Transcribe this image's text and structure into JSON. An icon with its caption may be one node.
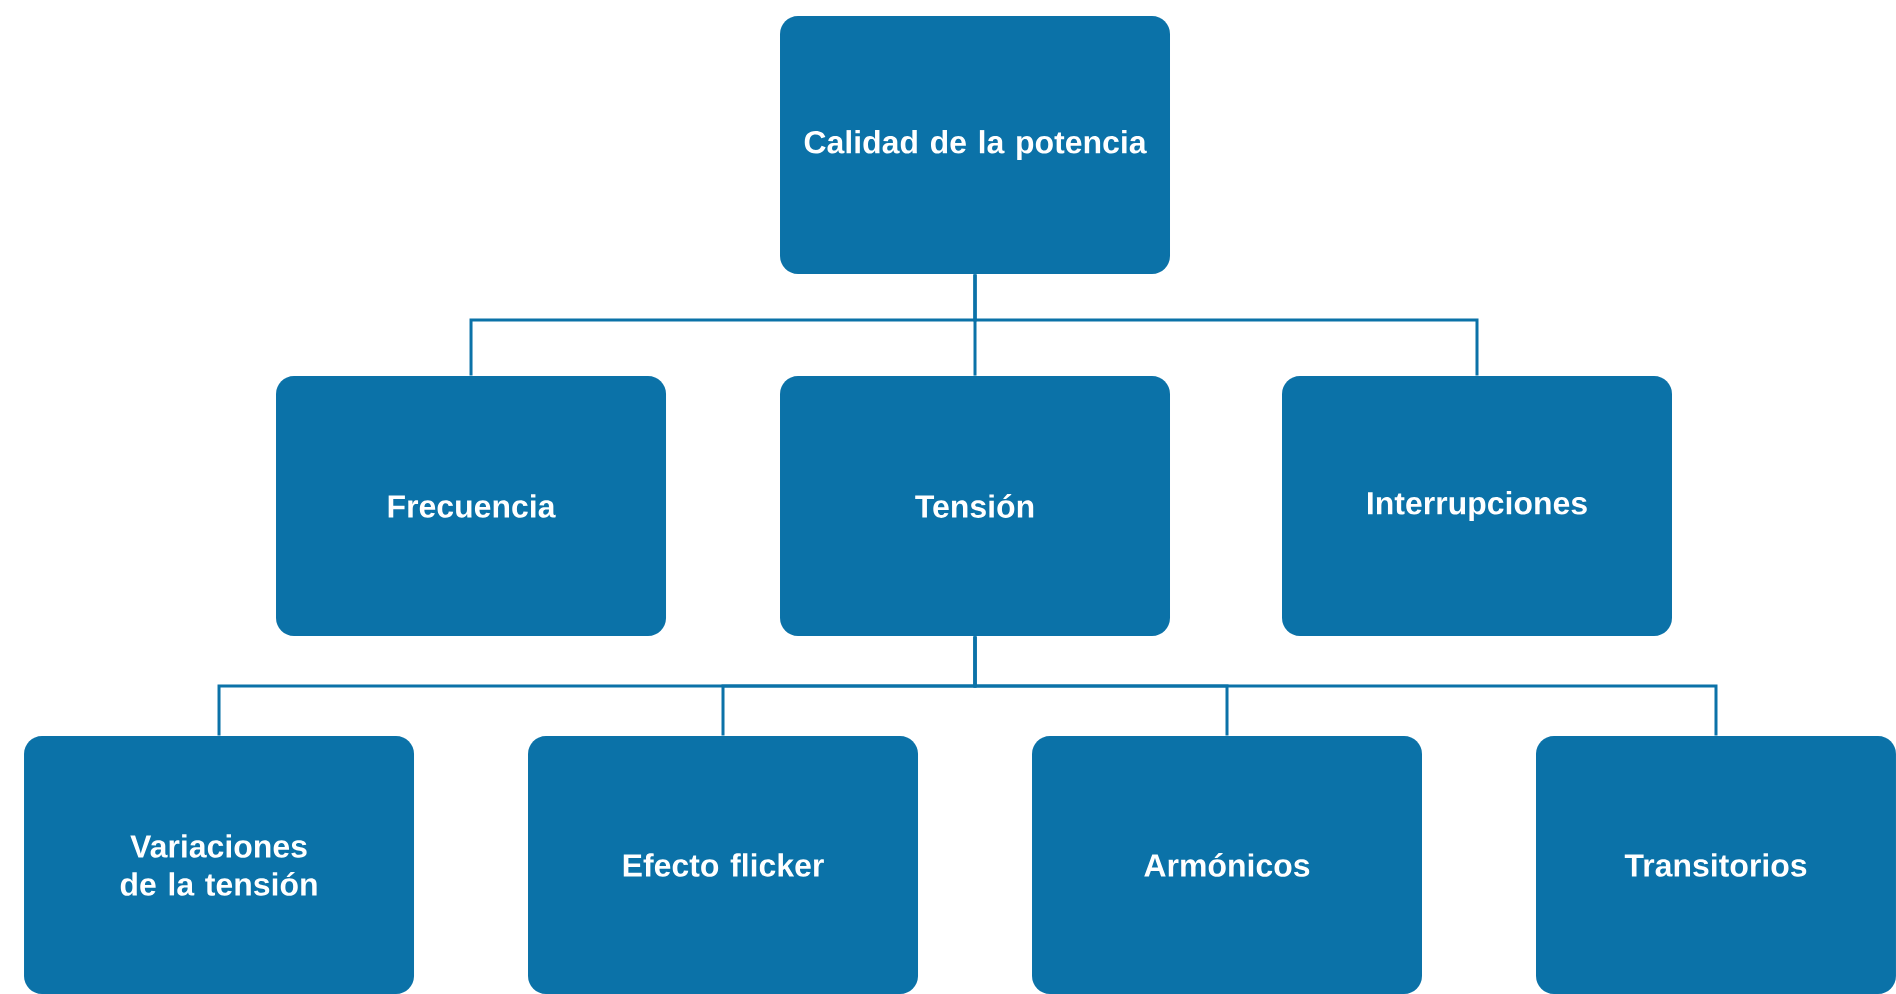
{
  "diagram": {
    "nodes": [
      {
        "text": [
          "Calidad de la potencia"
        ]
      },
      {
        "text": [
          "Frecuencia"
        ]
      },
      {
        "text": [
          "Tensión"
        ]
      },
      {
        "text": [
          "Interrupciones"
        ]
      },
      {
        "text": [
          "Variaciones de la tensión"
        ]
      },
      {
        "text": [
          "Efecto flicker"
        ]
      },
      {
        "text": [
          "Armónicos"
        ]
      },
      {
        "text": [
          "Transitorios"
        ]
      }
    ],
    "edges": [
      {
        "from": 0,
        "to": 1,
        "arrow": "none"
      },
      {
        "from": 0,
        "to": 2,
        "arrow": "none"
      },
      {
        "from": 0,
        "to": 3,
        "arrow": "none"
      },
      {
        "from": 2,
        "to": 4,
        "arrow": "none"
      },
      {
        "from": 2,
        "to": 5,
        "arrow": "none"
      },
      {
        "from": 2,
        "to": 6,
        "arrow": "none"
      },
      {
        "from": 2,
        "to": 7,
        "arrow": "none"
      }
    ]
  }
}
